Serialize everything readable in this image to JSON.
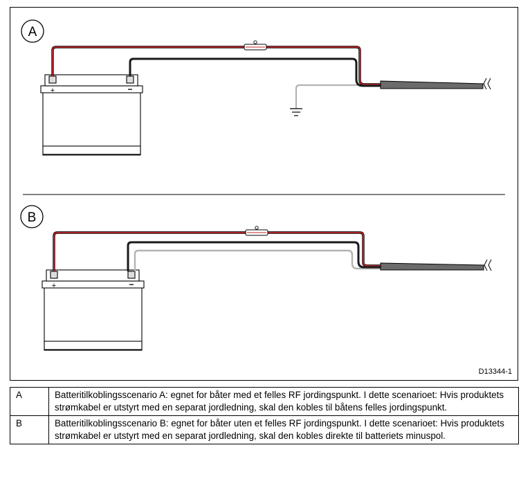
{
  "figure": {
    "label_a": "A",
    "label_b": "B",
    "plus": "+",
    "minus": "−",
    "reference": "D13344-1"
  },
  "legend": [
    {
      "key": "A",
      "text": "Batteritilkoblingsscenario A: egnet for båter med et felles RF jordingspunkt. I dette scenarioet: Hvis produktets strømkabel er utstyrt med en separat jordledning, skal den kobles til båtens felles jordingspunkt."
    },
    {
      "key": "B",
      "text": "Batteritilkoblingsscenario B: egnet for båter uten et felles RF jordingspunkt. I dette scenarioet: Hvis produktets strømkabel er utstyrt med en separat jordledning, skal den kobles direkte til batteriets minuspol."
    }
  ],
  "colors": {
    "positive_wire": "#c0262c",
    "negative_wire": "#1a1a1a",
    "ground_wire": "#b3b3b3",
    "cable_sheath": "#6b6b6b"
  }
}
